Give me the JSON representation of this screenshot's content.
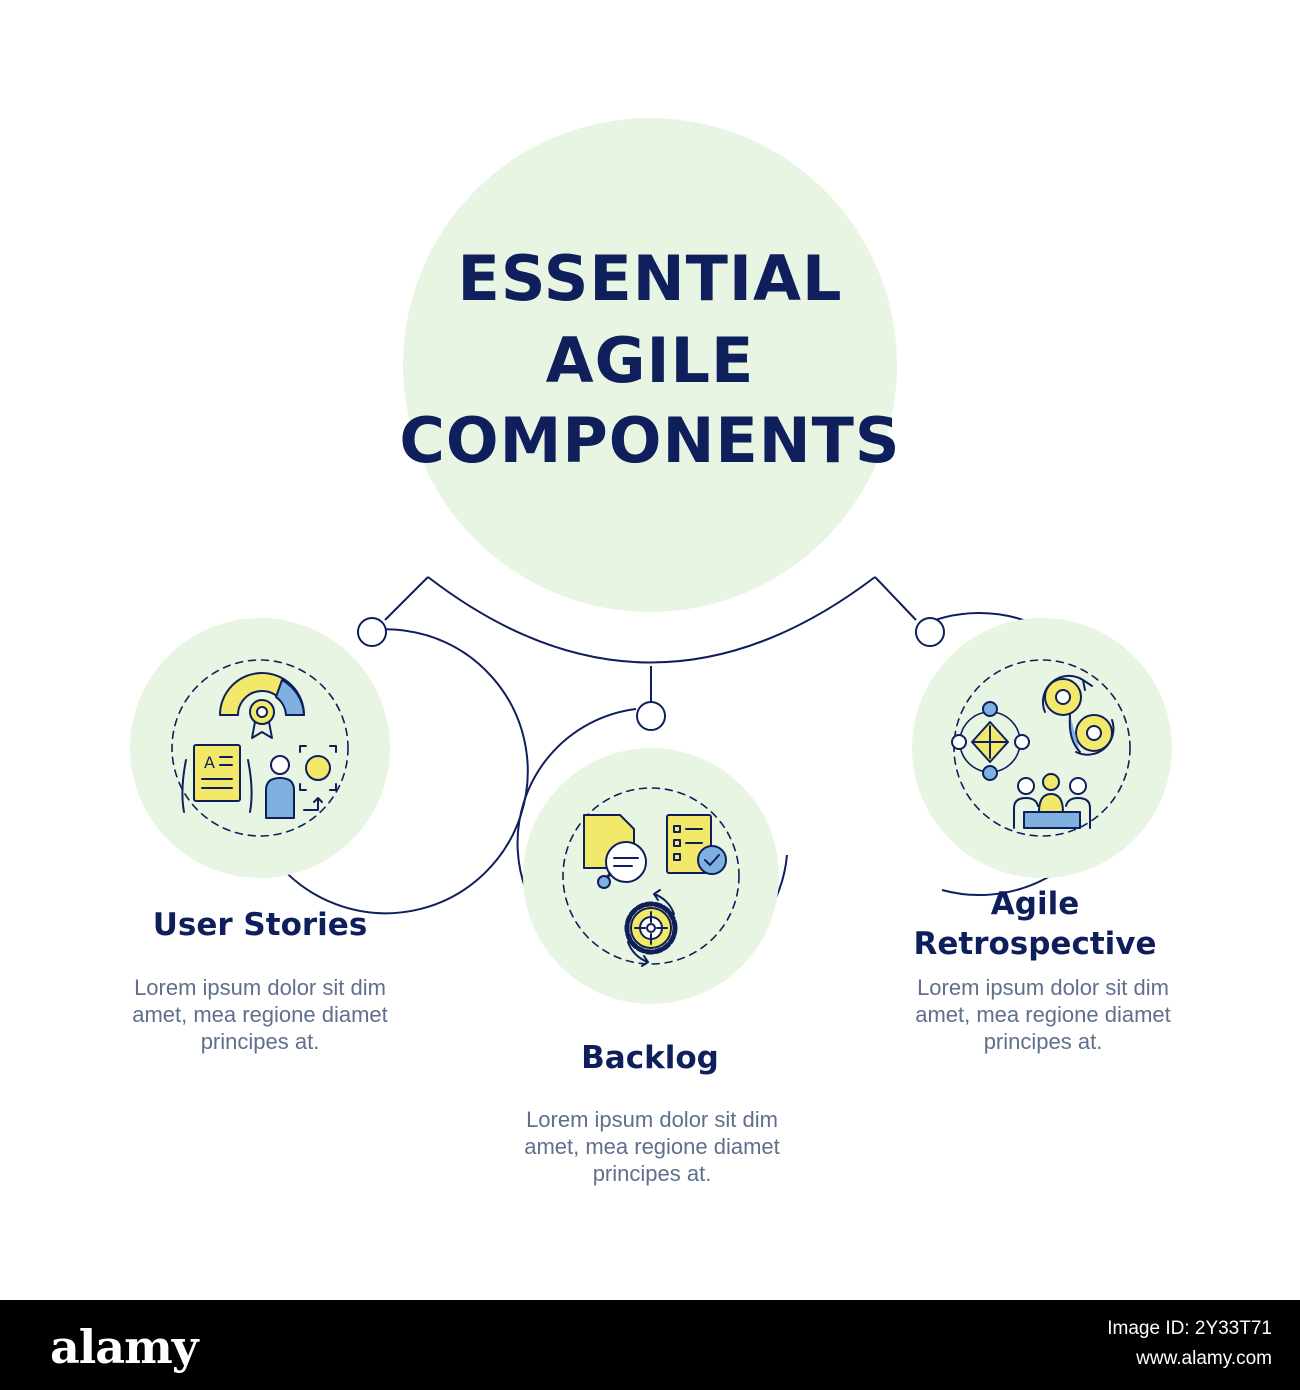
{
  "title": {
    "line1": "ESSENTIAL",
    "line2": "AGILE",
    "line3": "COMPONENTS"
  },
  "colors": {
    "navy": "#0f1f5c",
    "circle_fill": "#e9f5e3",
    "yellow": "#f2e96b",
    "blue": "#7fb1e0",
    "desc_gray": "#5f6f8c"
  },
  "items": [
    {
      "title": "User Stories",
      "description": "Lorem ipsum dolor sit dim amet, mea regione diamet principes at.",
      "icon": "user-stories-icon"
    },
    {
      "title": "Backlog",
      "description": "Lorem ipsum dolor sit dim amet, mea regione diamet principes at.",
      "icon": "backlog-icon"
    },
    {
      "title": "Agile Retrospective",
      "title_line1": "Agile",
      "title_line2": "Retrospective",
      "description": "Lorem ipsum dolor sit dim amet, mea regione diamet principes at.",
      "icon": "agile-retrospective-icon"
    }
  ],
  "footer": {
    "logo": "alamy",
    "image_id": "Image ID: 2Y33T71",
    "site": "www.alamy.com"
  }
}
